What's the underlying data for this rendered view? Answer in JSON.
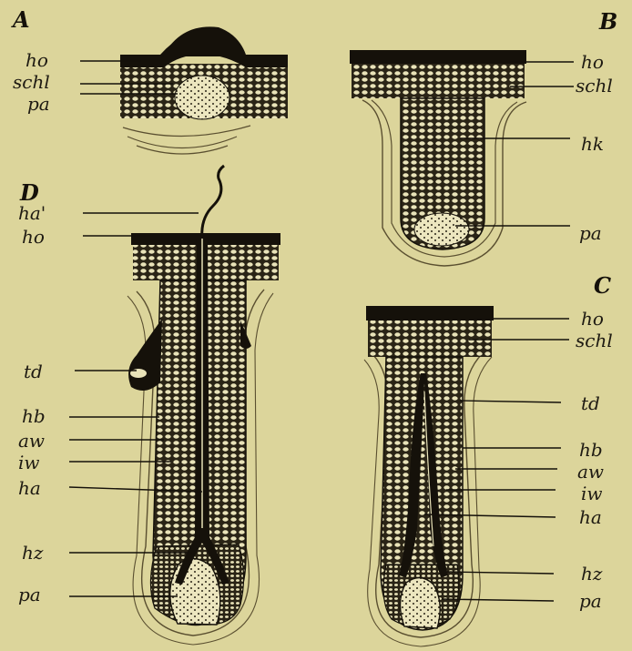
{
  "panels": {
    "a": "A",
    "b": "B",
    "c": "C",
    "d": "D"
  },
  "labels": {
    "a": [
      "ho",
      "schl",
      "pa"
    ],
    "b": [
      "ho",
      "schl",
      "hk",
      "pa"
    ],
    "c": [
      "ho",
      "schl",
      "td",
      "hb",
      "aw",
      "iw",
      "ha",
      "hz",
      "pa"
    ],
    "d": [
      "ha'",
      "ho",
      "td",
      "hb",
      "aw",
      "iw",
      "ha",
      "hz",
      "pa"
    ]
  },
  "colors": {
    "background": "#dcd59b",
    "ink": "#15110a",
    "cell": "#2a2416"
  }
}
